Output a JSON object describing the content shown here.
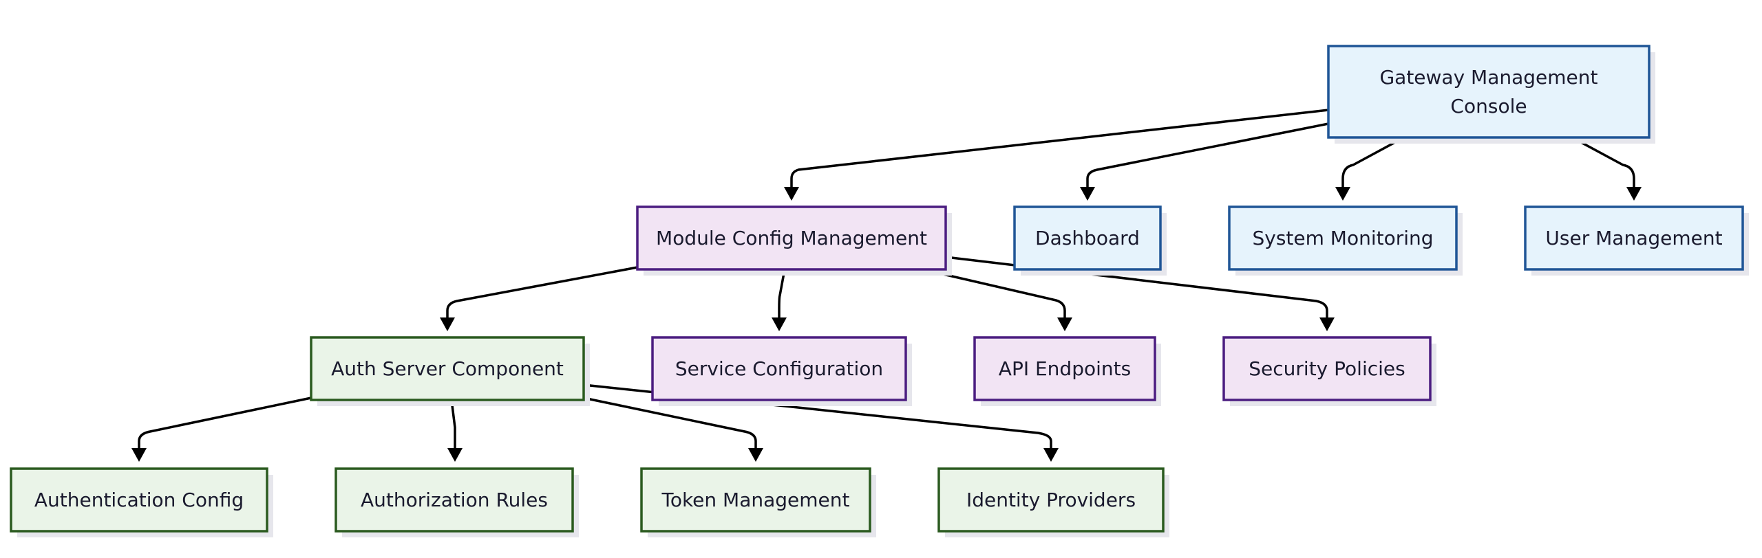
{
  "colors": {
    "blue": {
      "fill": "#e6f3fc",
      "stroke": "#1f5596"
    },
    "purple": {
      "fill": "#f2e4f4",
      "stroke": "#4b1d80"
    },
    "green": {
      "fill": "#eaf4e8",
      "stroke": "#2a5a1f"
    },
    "edge": "#000000",
    "shadow": "#e6e6ec"
  },
  "nodes": [
    {
      "id": "gateway",
      "lines": [
        "Gateway Management",
        "Console"
      ],
      "color": "blue"
    },
    {
      "id": "module-config",
      "lines": [
        "Module Config Management"
      ],
      "color": "purple"
    },
    {
      "id": "dashboard",
      "lines": [
        "Dashboard"
      ],
      "color": "blue"
    },
    {
      "id": "system-monitoring",
      "lines": [
        "System Monitoring"
      ],
      "color": "blue"
    },
    {
      "id": "user-management",
      "lines": [
        "User Management"
      ],
      "color": "blue"
    },
    {
      "id": "auth-server",
      "lines": [
        "Auth Server Component"
      ],
      "color": "green"
    },
    {
      "id": "service-configuration",
      "lines": [
        "Service Configuration"
      ],
      "color": "purple"
    },
    {
      "id": "api-endpoints",
      "lines": [
        "API Endpoints"
      ],
      "color": "purple"
    },
    {
      "id": "security-policies",
      "lines": [
        "Security Policies"
      ],
      "color": "purple"
    },
    {
      "id": "authentication-config",
      "lines": [
        "Authentication Config"
      ],
      "color": "green"
    },
    {
      "id": "authorization-rules",
      "lines": [
        "Authorization Rules"
      ],
      "color": "green"
    },
    {
      "id": "token-management",
      "lines": [
        "Token Management"
      ],
      "color": "green"
    },
    {
      "id": "identity-providers",
      "lines": [
        "Identity Providers"
      ],
      "color": "green"
    }
  ],
  "edges": [
    {
      "from": "gateway",
      "to": "module-config"
    },
    {
      "from": "gateway",
      "to": "dashboard"
    },
    {
      "from": "gateway",
      "to": "system-monitoring"
    },
    {
      "from": "gateway",
      "to": "user-management"
    },
    {
      "from": "module-config",
      "to": "auth-server"
    },
    {
      "from": "module-config",
      "to": "service-configuration"
    },
    {
      "from": "module-config",
      "to": "api-endpoints"
    },
    {
      "from": "module-config",
      "to": "security-policies"
    },
    {
      "from": "auth-server",
      "to": "authentication-config"
    },
    {
      "from": "auth-server",
      "to": "authorization-rules"
    },
    {
      "from": "auth-server",
      "to": "token-management"
    },
    {
      "from": "auth-server",
      "to": "identity-providers"
    }
  ]
}
